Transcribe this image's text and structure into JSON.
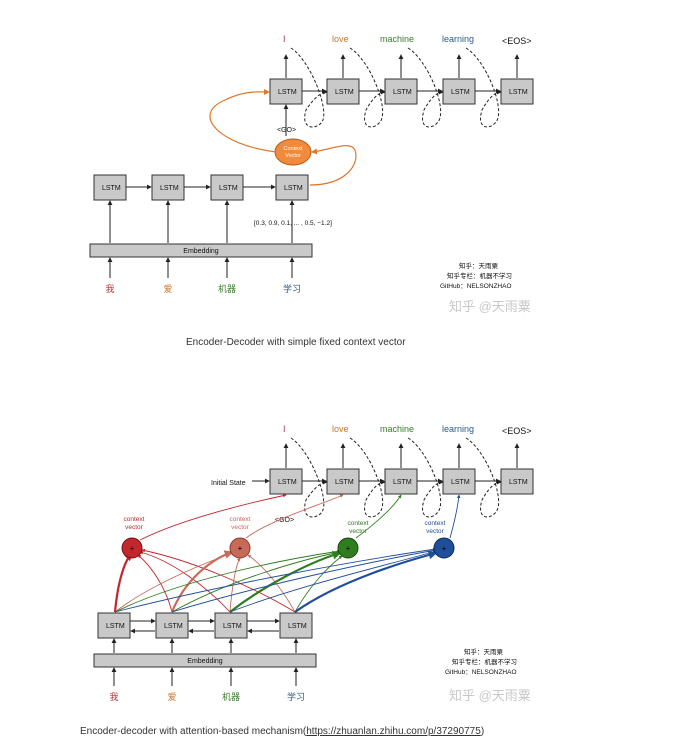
{
  "diagram1": {
    "lstm_label": "LSTM",
    "outputs": [
      "I",
      "love",
      "machine",
      "learning",
      "<EOS>"
    ],
    "go_label": "<GO>",
    "context_label_line1": "Context",
    "context_label_line2": "Vector",
    "vector_values": "[0.3, 0.9, 0.1, ... , 0.5, −1.2]",
    "embedding_label": "Embedding",
    "inputs": [
      "我",
      "爱",
      "机器",
      "学习"
    ],
    "credit_lines": [
      "知乎：天雨粟",
      "知乎专栏：机器不学习",
      "GitHub：NELSONZHAO"
    ],
    "watermark": "知乎 @天雨粟",
    "caption": "Encoder-Decoder with simple fixed context vector"
  },
  "diagram2": {
    "lstm_label": "LSTM",
    "outputs": [
      "I",
      "love",
      "machine",
      "learning",
      "<EOS>"
    ],
    "initial_state": "Initial State",
    "go_label": "<GO>",
    "context_labels": [
      [
        "context",
        "vector"
      ],
      [
        "context",
        "vector"
      ],
      [
        "context",
        "vector"
      ],
      [
        "context",
        "vector"
      ]
    ],
    "embedding_label": "Embedding",
    "inputs": [
      "我",
      "爱",
      "机器",
      "学习"
    ],
    "credit_lines": [
      "知乎：天雨粟",
      "知乎专栏：机器不学习",
      "GitHub：NELSONZHAO"
    ],
    "watermark": "知乎 @天雨粟",
    "caption_text": "Encoder-decoder with attention-based mechanism(",
    "caption_link": "https://zhuanlan.zhihu.com/p/37290775",
    "caption_end": ")"
  },
  "colors": {
    "word1": "#b0353a",
    "word2": "#c8762a",
    "word3": "#3a7a2a",
    "word4": "#2a5a8a",
    "context_fixed": "#f08a3c",
    "attn1": "#c1272d",
    "attn2": "#c86a5a",
    "attn3": "#2e7d1f",
    "attn4": "#1f4f9a"
  }
}
